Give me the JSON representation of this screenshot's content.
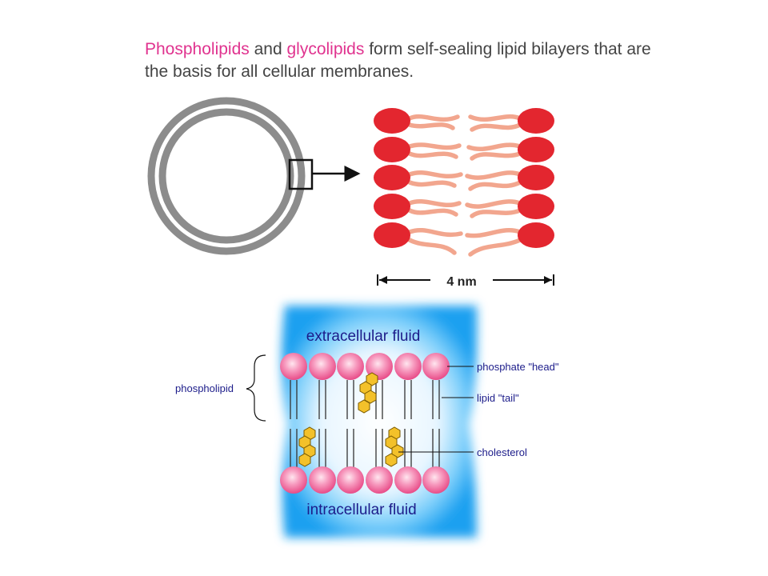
{
  "title": {
    "term1": "Phospholipids",
    "joiner": " and ",
    "term2": "glycolipids",
    "rest": " form self-sealing lipid bilayers that are the basis for all cellular membranes."
  },
  "top_diagram": {
    "scale_label": "4 nm"
  },
  "bottom_diagram": {
    "extracellular_label": "extracellular fluid",
    "intracellular_label": "intracellular fluid",
    "phospholipid_label": "phospholipid",
    "head_label": "phosphate \"head\"",
    "tail_label": "lipid \"tail\"",
    "cholesterol_label": "cholesterol"
  },
  "colors": {
    "title_highlight": "#e0338f",
    "title_text": "#444444",
    "vesicle_ring": "#8c8c8c",
    "head_red": "#e3262f",
    "tail_salmon": "#f2a68e",
    "fluid_blue": "#1aa0f0",
    "head_pink": "#f06aa0",
    "cholesterol_yellow": "#f3c12a",
    "label_navy": "#1c1c8a"
  }
}
